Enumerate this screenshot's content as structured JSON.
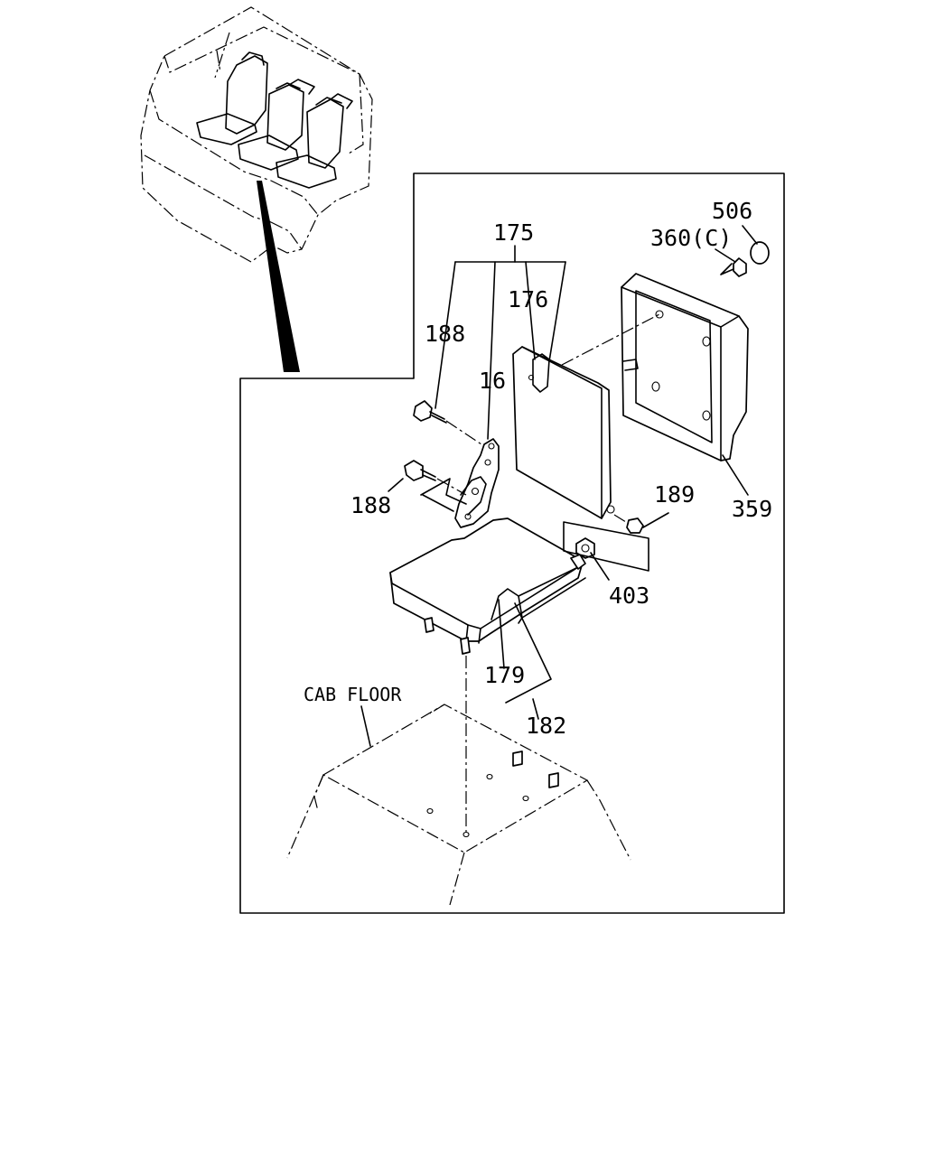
{
  "labels": {
    "p506": "506",
    "p360c": "360(C)",
    "p175": "175",
    "p176": "176",
    "p188a": "188",
    "p16": "16",
    "p188b": "188",
    "p189": "189",
    "p359": "359",
    "p403": "403",
    "p179": "179",
    "p182": "182",
    "cab_floor": "CAB FLOOR"
  }
}
